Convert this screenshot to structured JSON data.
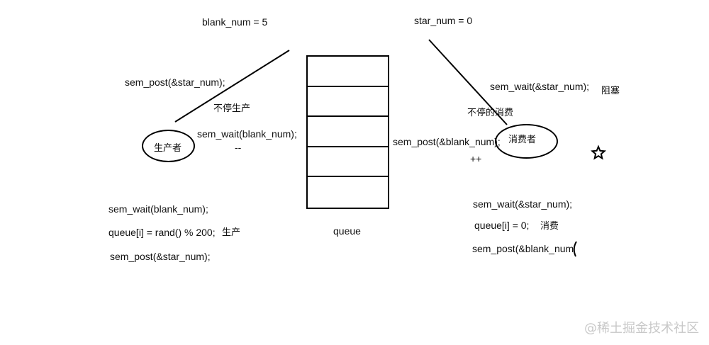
{
  "top": {
    "blank_num": "blank_num =   5",
    "star_num": "star_num = 0"
  },
  "producer": {
    "label": "生产者",
    "sem_post": "sem_post(&star_num);",
    "nonstop": "不停生产",
    "sem_wait": "sem_wait(blank_num);",
    "dec": "--",
    "code": [
      "sem_wait(blank_num);",
      "queue[i] = rand() % 200;",
      "sem_post(&star_num);"
    ],
    "code_note": "生产"
  },
  "queue": {
    "label": "queue",
    "cells": 5
  },
  "consumer": {
    "label": "消费者",
    "sem_wait": "sem_wait(&star_num);",
    "blocked": "阻塞",
    "nonstop": "不停的消费",
    "sem_post": "sem_post(&blank_num);",
    "inc": "++",
    "code": [
      "sem_wait(&star_num);",
      "queue[i] = 0;",
      "sem_post(&blank_num"
    ],
    "code_note": "消费"
  },
  "star_icon": "star-outline",
  "watermark": "@稀土掘金技术社区"
}
